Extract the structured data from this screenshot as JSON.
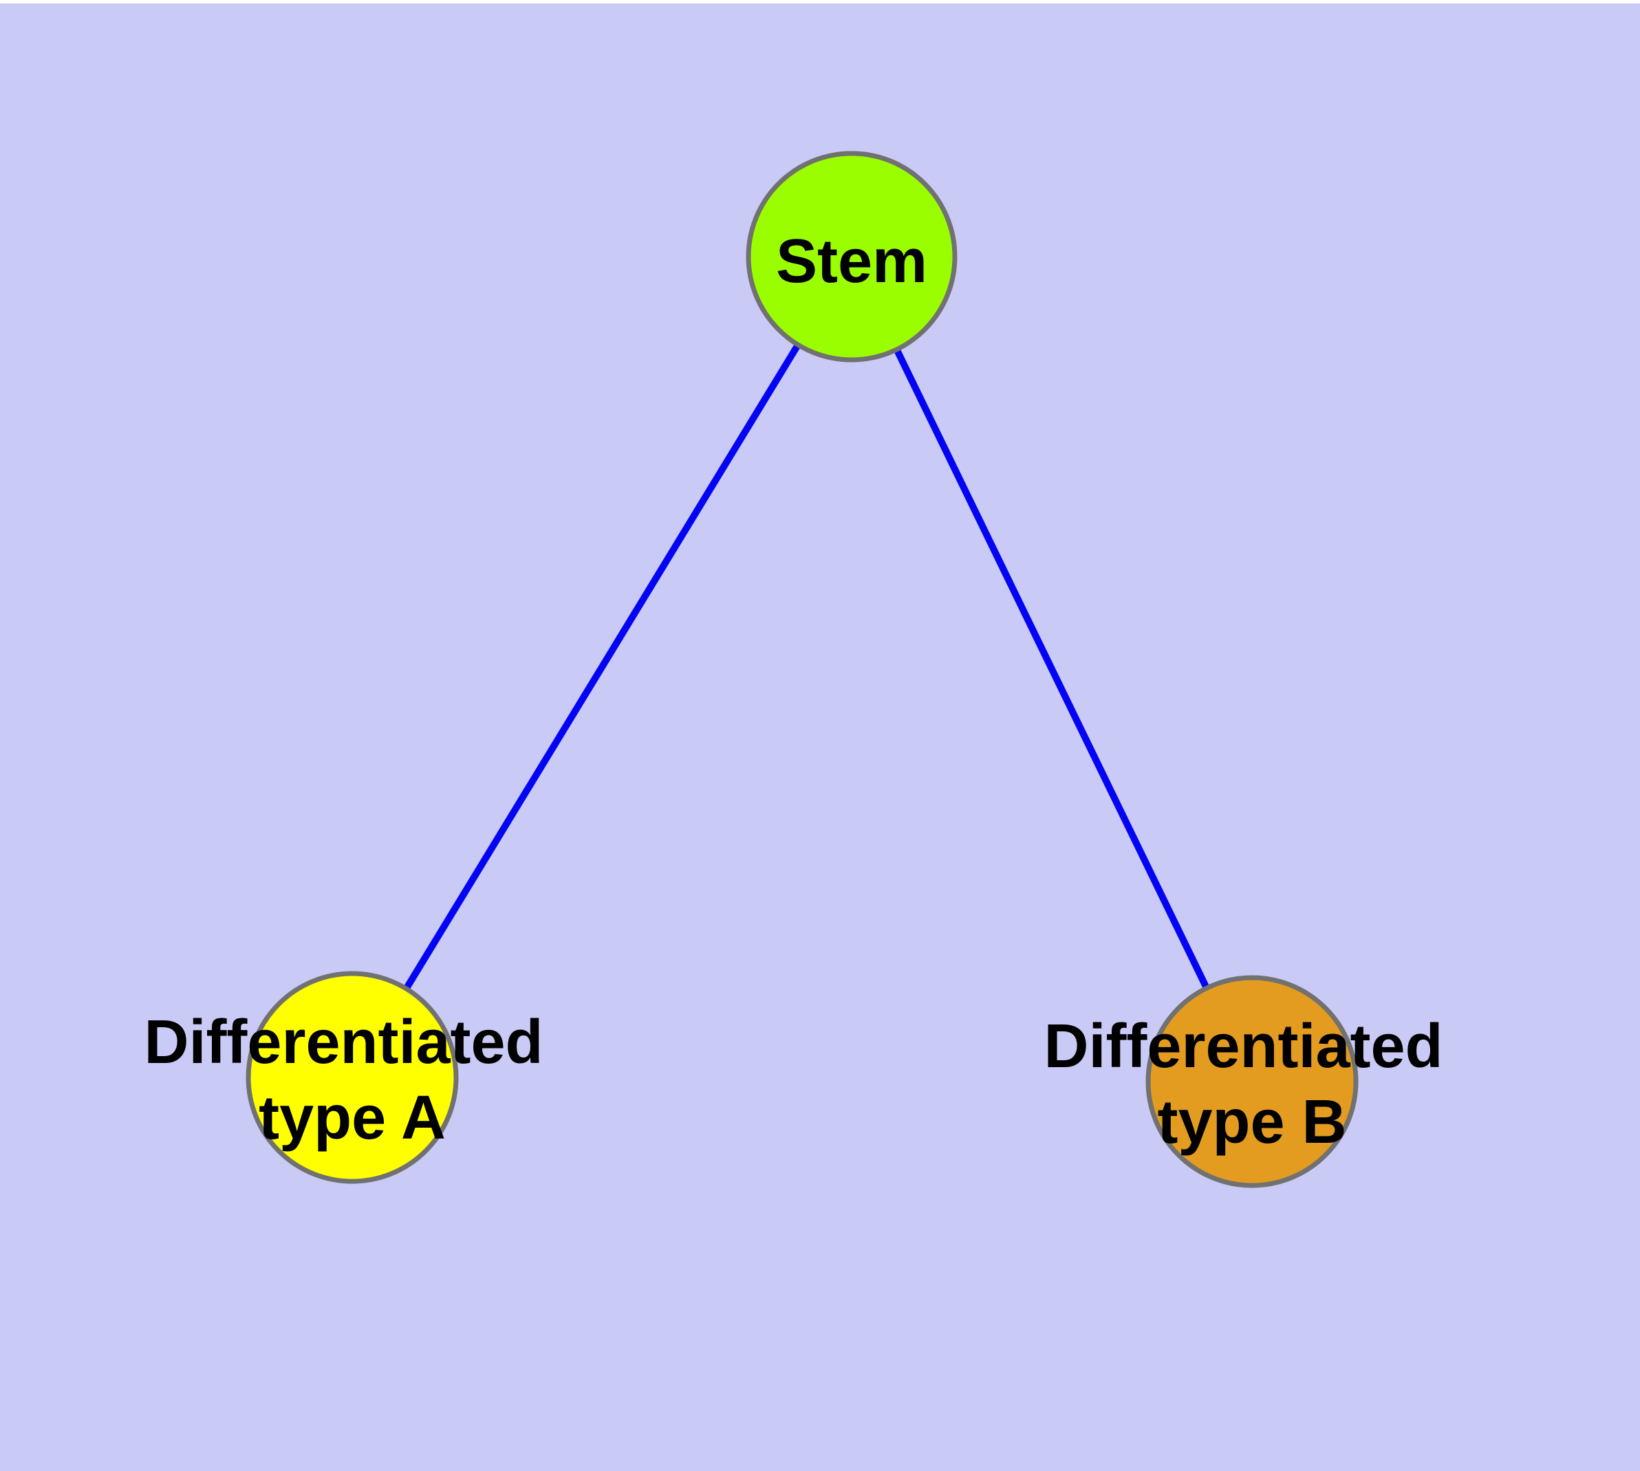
{
  "canvas": {
    "background_color": "#CACAF6",
    "top_border_color": "#FFFFFF"
  },
  "edges": {
    "color": "#0404F4",
    "width": "10",
    "items": [
      {
        "from": "stem",
        "to": "type-a"
      },
      {
        "from": "stem",
        "to": "type-b"
      }
    ]
  },
  "node_style": {
    "border_color": "#717171",
    "border_width": "7",
    "text_color": "#000000"
  },
  "nodes": {
    "stem": {
      "label": "Stem",
      "fill": "#9BFE00"
    },
    "typeA": {
      "label_line1": "Differentiated",
      "label_line2": "type A",
      "fill": "#FFFF00"
    },
    "typeB": {
      "label_line1": "Differentiated",
      "label_line2": "type B",
      "fill": "#E39C1F"
    }
  }
}
